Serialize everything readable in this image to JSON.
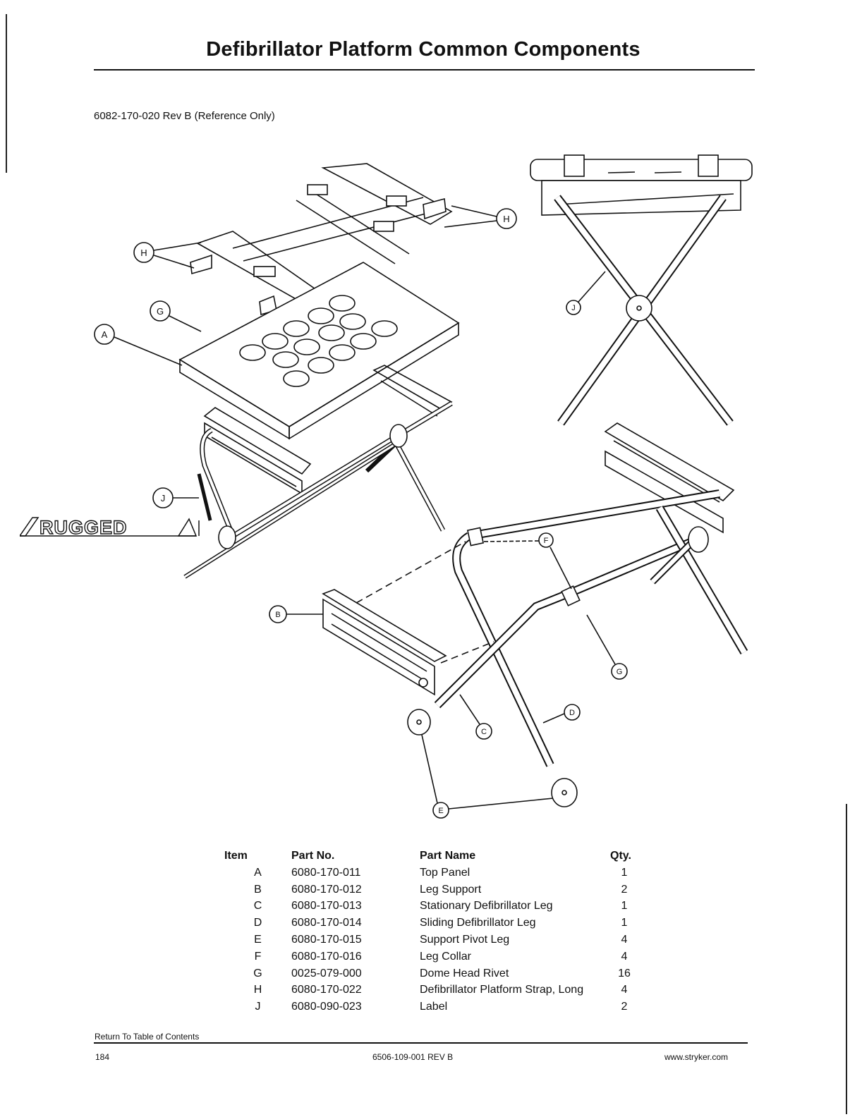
{
  "page": {
    "title": "Defibrillator Platform Common Components",
    "reference": "6082-170-020 Rev B (Reference Only)"
  },
  "diagram": {
    "callouts": [
      "A",
      "B",
      "C",
      "D",
      "E",
      "F",
      "G",
      "H",
      "J"
    ],
    "logo_text": "RUGGED"
  },
  "parts_table": {
    "headers": [
      "Item",
      "Part No.",
      "Part Name",
      "Qty."
    ],
    "rows": [
      {
        "item": "A",
        "part_no": "6080-170-011",
        "name": "Top Panel",
        "qty": "1"
      },
      {
        "item": "B",
        "part_no": "6080-170-012",
        "name": "Leg Support",
        "qty": "2"
      },
      {
        "item": "C",
        "part_no": "6080-170-013",
        "name": "Stationary Defibrillator Leg",
        "qty": "1"
      },
      {
        "item": "D",
        "part_no": "6080-170-014",
        "name": "Sliding Defibrillator Leg",
        "qty": "1"
      },
      {
        "item": "E",
        "part_no": "6080-170-015",
        "name": "Support Pivot Leg",
        "qty": "4"
      },
      {
        "item": "F",
        "part_no": "6080-170-016",
        "name": "Leg Collar",
        "qty": "4"
      },
      {
        "item": "G",
        "part_no": "0025-079-000",
        "name": "Dome Head Rivet",
        "qty": "16"
      },
      {
        "item": "H",
        "part_no": "6080-170-022",
        "name": "Defibrillator Platform Strap, Long",
        "qty": "4"
      },
      {
        "item": "J",
        "part_no": "6080-090-023",
        "name": "Label",
        "qty": "2"
      }
    ]
  },
  "footer": {
    "toc_link": "Return To Table of Contents",
    "page_number": "184",
    "doc_number": "6506-109-001 REV B",
    "website": "www.stryker.com"
  }
}
